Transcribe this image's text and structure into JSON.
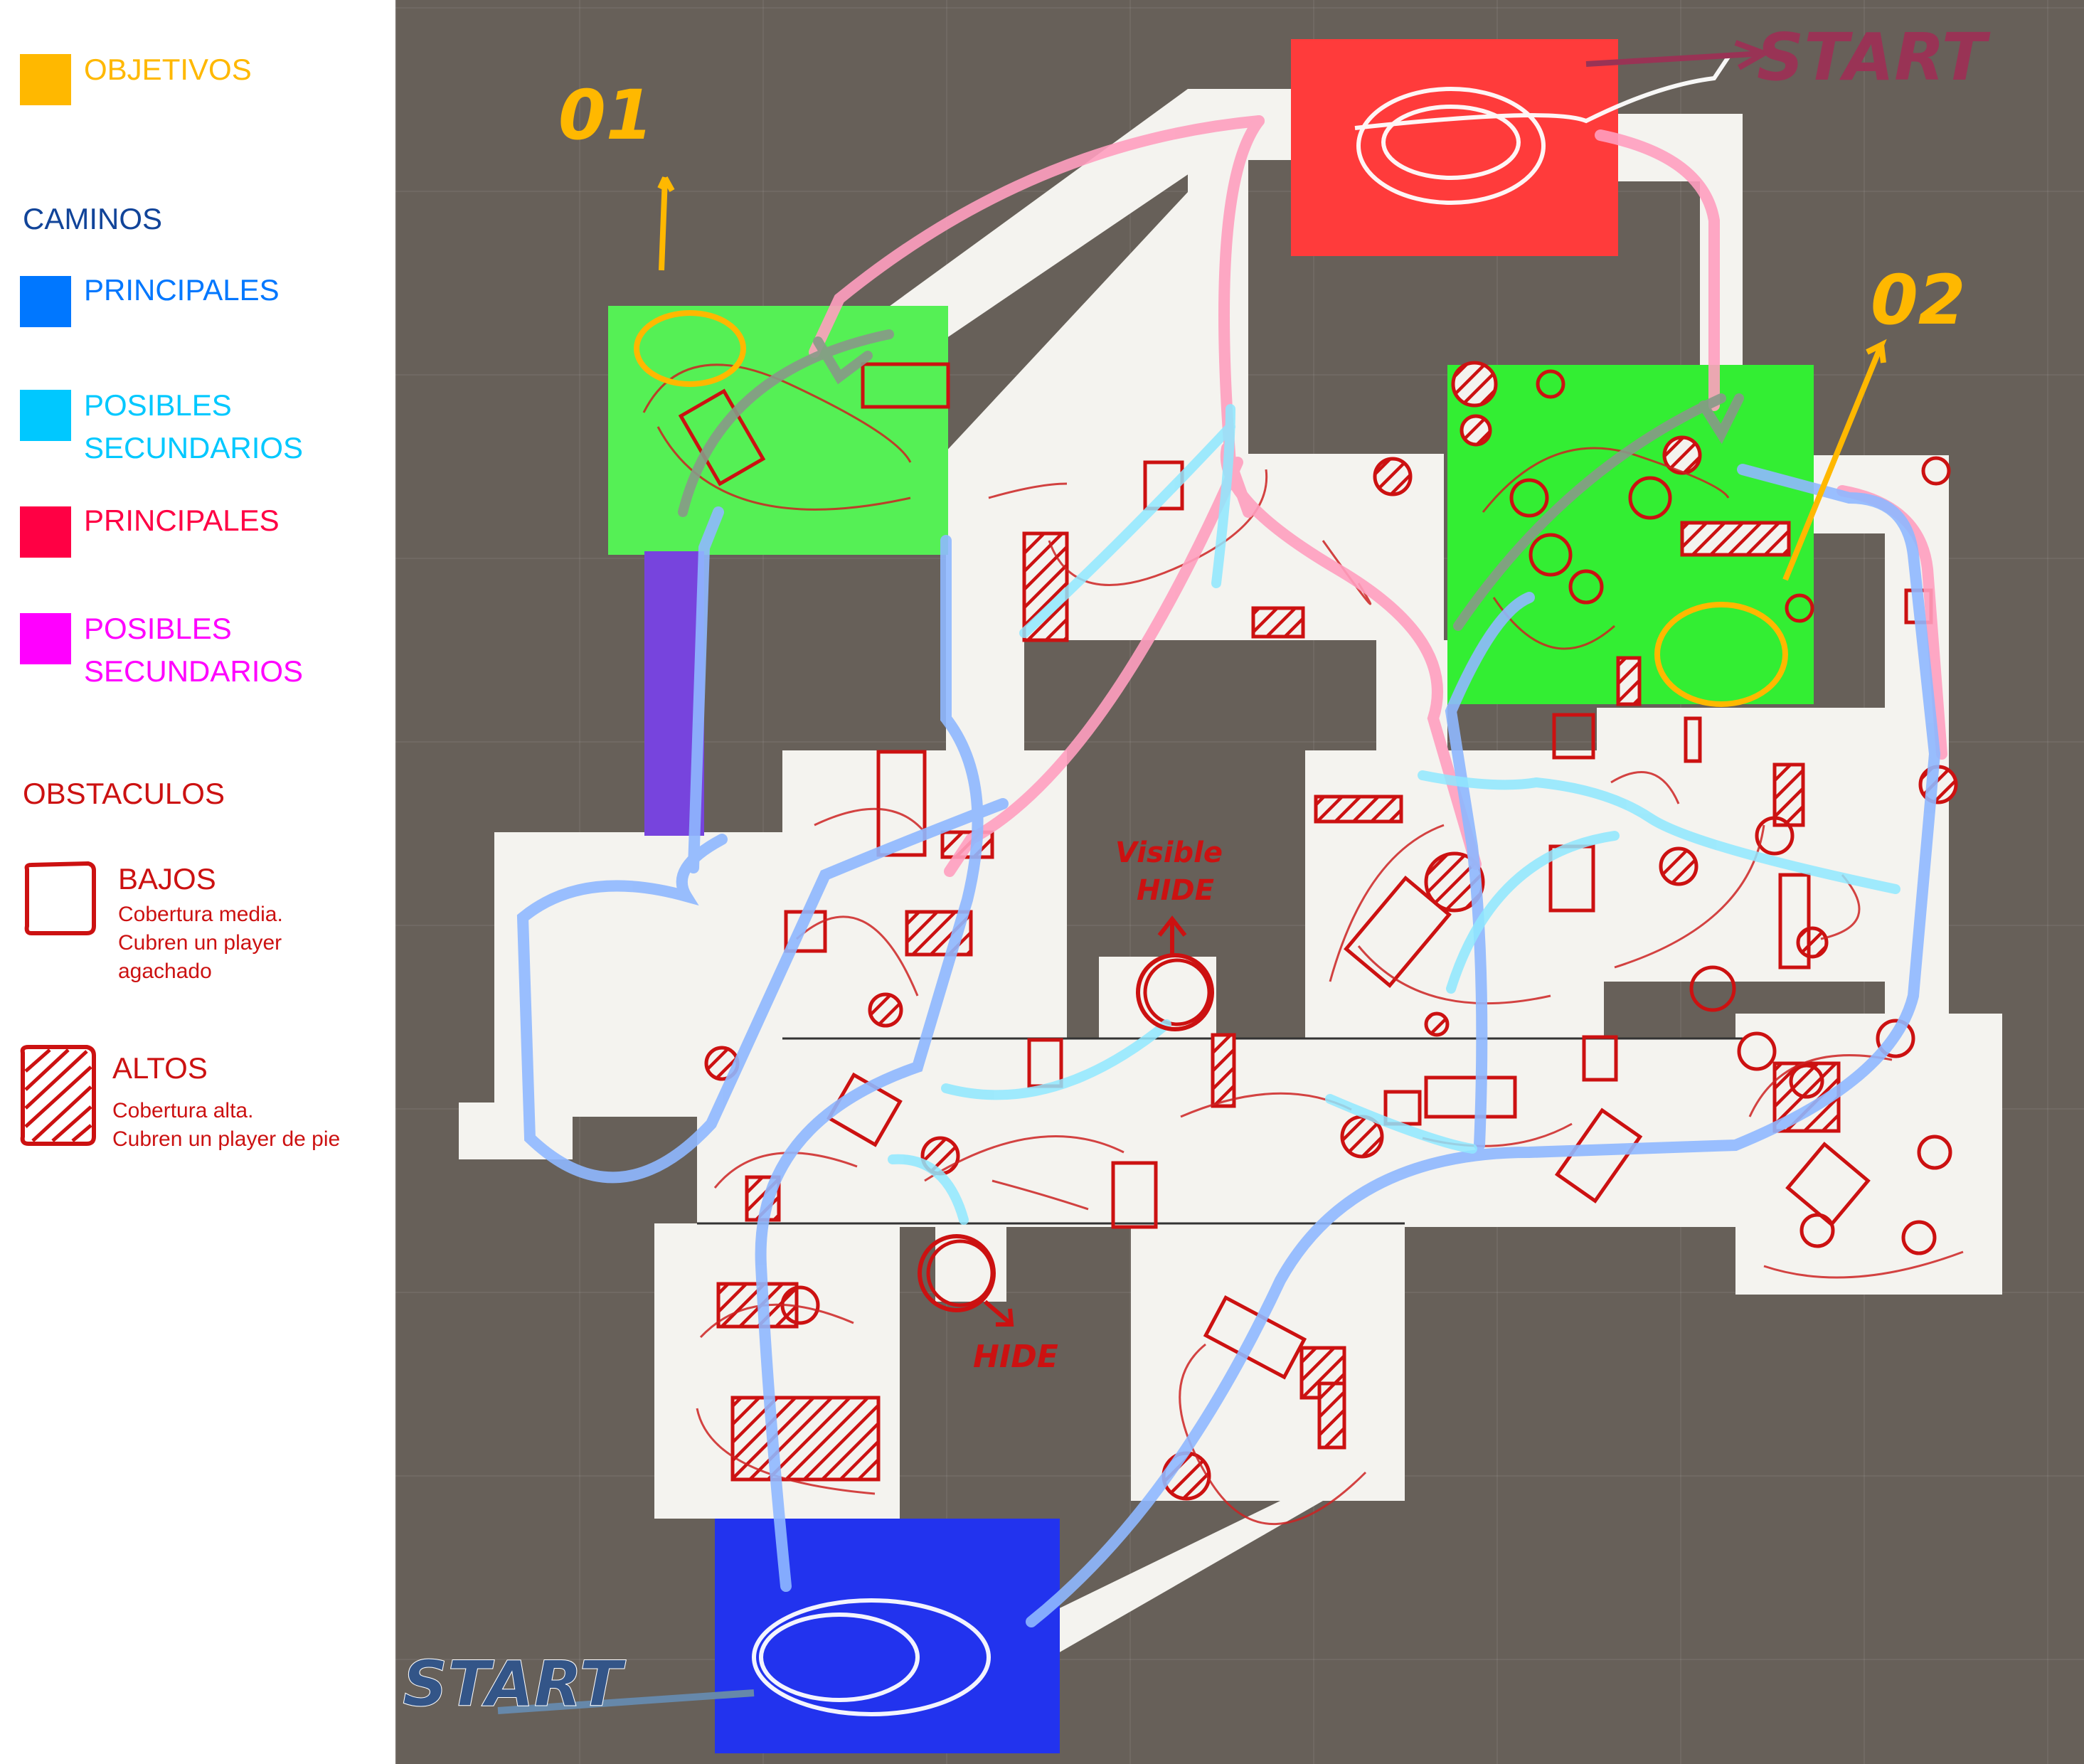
{
  "legend": {
    "objetivos": {
      "label": "OBJETIVOS",
      "color": "#ffb800"
    },
    "caminos_title": {
      "label": "CAMINOS",
      "color": "#114499"
    },
    "principales_blue": {
      "label": "PRINCIPALES",
      "color": "#0077ff"
    },
    "secundarios_cyan": {
      "line1": "POSIBLES",
      "line2": "SECUNDARIOS",
      "color": "#00c8ff"
    },
    "principales_red": {
      "label": "PRINCIPALES",
      "color": "#ff0044"
    },
    "secundarios_magenta": {
      "line1": "POSIBLES",
      "line2": "SECUNDARIOS",
      "color": "#ff00ff"
    },
    "obstaculos_title": {
      "label": "OBSTACULOS",
      "color": "#cc1111"
    },
    "bajos": {
      "title": "BAJOS",
      "desc1": "Cobertura media.",
      "desc2": "Cubren un player",
      "desc3": "agachado",
      "icon": "square-outline-icon"
    },
    "altos": {
      "title": "ALTOS",
      "desc1": "Cobertura alta.",
      "desc2": "Cubren un player de pie",
      "icon": "hatched-square-icon"
    }
  },
  "map": {
    "labels": {
      "start_red": "START",
      "start_blue": "START",
      "objective_1": "01",
      "objective_2": "02",
      "visible": "Visible",
      "hide_top": "HIDE",
      "hide_bottom": "HIDE"
    },
    "colors": {
      "background": "#676059",
      "floor": "#f4f3ef",
      "spawn_red": "#ff3b3b",
      "spawn_blue": "#2233ee",
      "zone_green": "#33ff33",
      "corridor_purple": "#7744dd",
      "objective": "#ffb800",
      "obstacle": "#cc1111",
      "path_blue": "#8fb8ff",
      "path_cyan": "#8fe8ff",
      "path_pink": "#ff8fb0",
      "start_red_text": "#993355",
      "start_blue_text": "#335588"
    }
  }
}
